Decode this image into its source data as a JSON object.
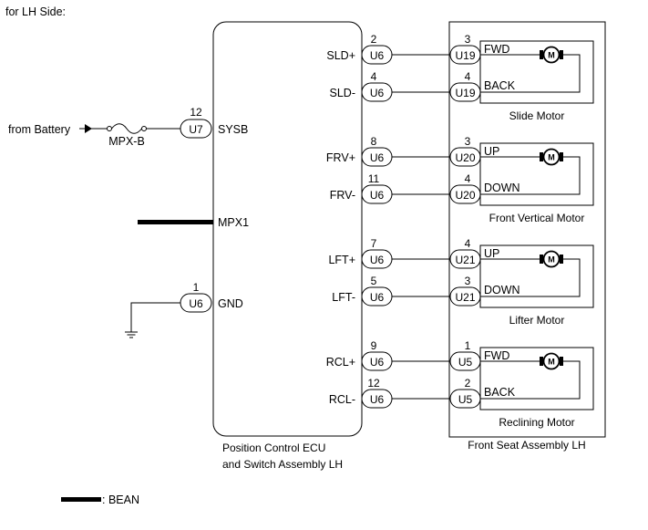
{
  "header": {
    "side_label": "for LH Side:"
  },
  "ecu": {
    "caption_line1": "Position Control ECU",
    "caption_line2": "and Switch Assembly LH"
  },
  "seat_assembly": {
    "caption": "Front Seat Assembly LH"
  },
  "battery": {
    "source_label": "from Battery",
    "fuse_label": "MPX-B"
  },
  "ecu_left_pins": [
    {
      "id": "sysb",
      "label": "SYSB",
      "connector": "U7",
      "pin": "12"
    },
    {
      "id": "mpx1",
      "label": "MPX1"
    },
    {
      "id": "gnd",
      "label": "GND",
      "connector": "U6",
      "pin": "1"
    }
  ],
  "motors": [
    {
      "id": "slide",
      "name": "Slide Motor",
      "connector": "U19",
      "motor_symbol": "M",
      "terminals": [
        {
          "ecu_label": "SLD+",
          "ecu_conn": "U6",
          "ecu_pin": "2",
          "motor_pin": "3",
          "function": "FWD"
        },
        {
          "ecu_label": "SLD-",
          "ecu_conn": "U6",
          "ecu_pin": "4",
          "motor_pin": "4",
          "function": "BACK"
        }
      ]
    },
    {
      "id": "front-vertical",
      "name": "Front Vertical Motor",
      "connector": "U20",
      "motor_symbol": "M",
      "terminals": [
        {
          "ecu_label": "FRV+",
          "ecu_conn": "U6",
          "ecu_pin": "8",
          "motor_pin": "3",
          "function": "UP"
        },
        {
          "ecu_label": "FRV-",
          "ecu_conn": "U6",
          "ecu_pin": "11",
          "motor_pin": "4",
          "function": "DOWN"
        }
      ]
    },
    {
      "id": "lifter",
      "name": "Lifter Motor",
      "connector": "U21",
      "motor_symbol": "M",
      "terminals": [
        {
          "ecu_label": "LFT+",
          "ecu_conn": "U6",
          "ecu_pin": "7",
          "motor_pin": "4",
          "function": "UP"
        },
        {
          "ecu_label": "LFT-",
          "ecu_conn": "U6",
          "ecu_pin": "5",
          "motor_pin": "3",
          "function": "DOWN"
        }
      ]
    },
    {
      "id": "reclining",
      "name": "Reclining Motor",
      "connector": "U5",
      "motor_symbol": "M",
      "terminals": [
        {
          "ecu_label": "RCL+",
          "ecu_conn": "U6",
          "ecu_pin": "9",
          "motor_pin": "1",
          "function": "FWD"
        },
        {
          "ecu_label": "RCL-",
          "ecu_conn": "U6",
          "ecu_pin": "12",
          "motor_pin": "2",
          "function": "BACK"
        }
      ]
    }
  ],
  "legend": {
    "label": ": BEAN"
  }
}
